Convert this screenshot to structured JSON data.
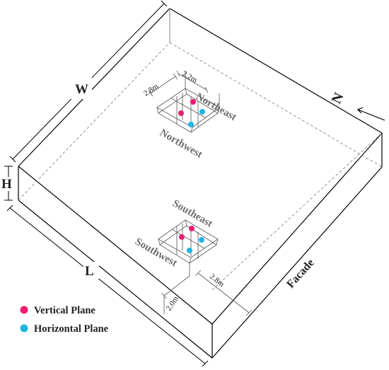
{
  "box_labels": {
    "width": "W",
    "height": "H",
    "length": "L",
    "facade": "Facade",
    "north": "N"
  },
  "dimensions": {
    "top_a": "2.8m",
    "top_b": "2.2m",
    "bottom_a": "2.0m",
    "bottom_b": "2.8m"
  },
  "zones": {
    "northeast": "Northeast",
    "northwest": "Northwest",
    "southeast": "Southeast",
    "southwest": "Southwest"
  },
  "legend": [
    {
      "label": "Vertical Plane",
      "color": "#ee1d74"
    },
    {
      "label": "Horizontal Plane",
      "color": "#1fb6e6"
    }
  ],
  "colors": {
    "box_edge": "#000000",
    "hidden_edge": "#777777",
    "zone_text": "#6f6f6f"
  }
}
